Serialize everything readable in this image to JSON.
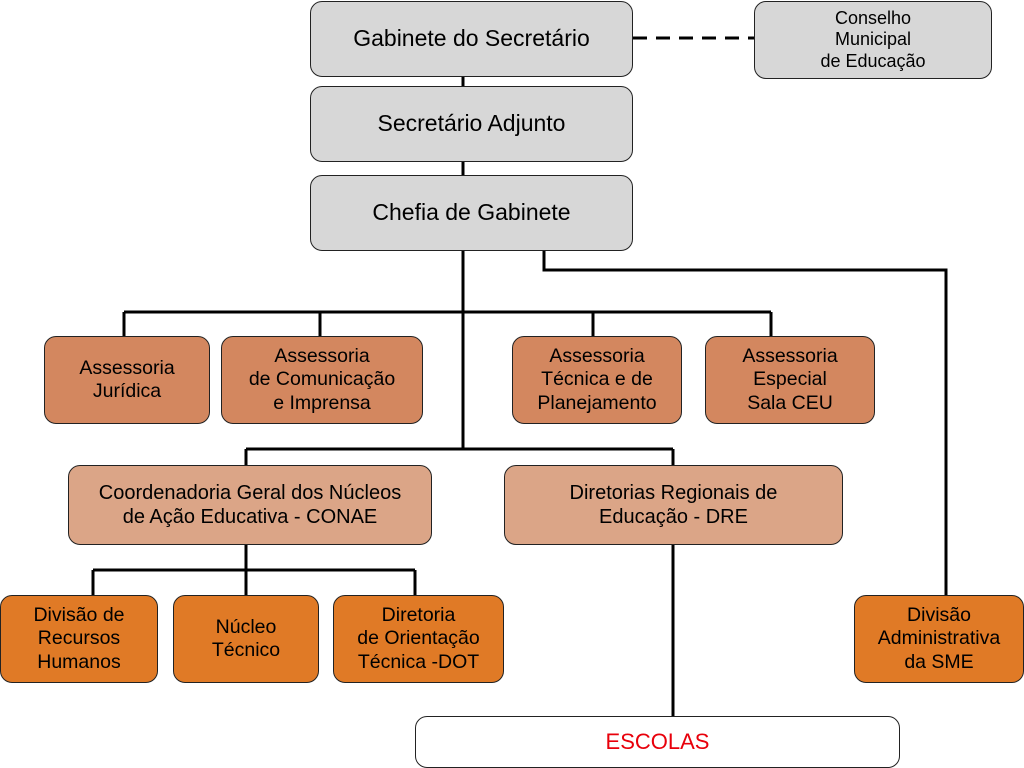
{
  "colors": {
    "executive": "#d7d7d7",
    "advisory": "#d3875f",
    "coordination": "#dba587",
    "division": "#e07a26",
    "schools_text": "#e8000b",
    "line": "#000000"
  },
  "nodes": {
    "gabinete": "Gabinete do Secretário",
    "conselho": "Conselho\nMunicipal\nde Educação",
    "adjunto": "Secretário Adjunto",
    "chefia": "Chefia de Gabinete",
    "ass_juridica": "Assessoria\nJurídica",
    "ass_comunicacao": "Assessoria\nde Comunicação\ne Imprensa",
    "ass_tecnica": "Assessoria\nTécnica e de\nPlanejamento",
    "ass_especial": "Assessoria\nEspecial\nSala CEU",
    "conae": "Coordenadoria Geral dos Núcleos\nde Ação Educativa - CONAE",
    "dre": "Diretorias Regionais de\nEducação - DRE",
    "div_rh": "Divisão de\nRecursos\nHumanos",
    "nucleo": "Núcleo\nTécnico",
    "dot": "Diretoria\nde Orientação\nTécnica -DOT",
    "div_adm": "Divisão\nAdministrativa\nda SME",
    "escolas": "ESCOLAS"
  }
}
